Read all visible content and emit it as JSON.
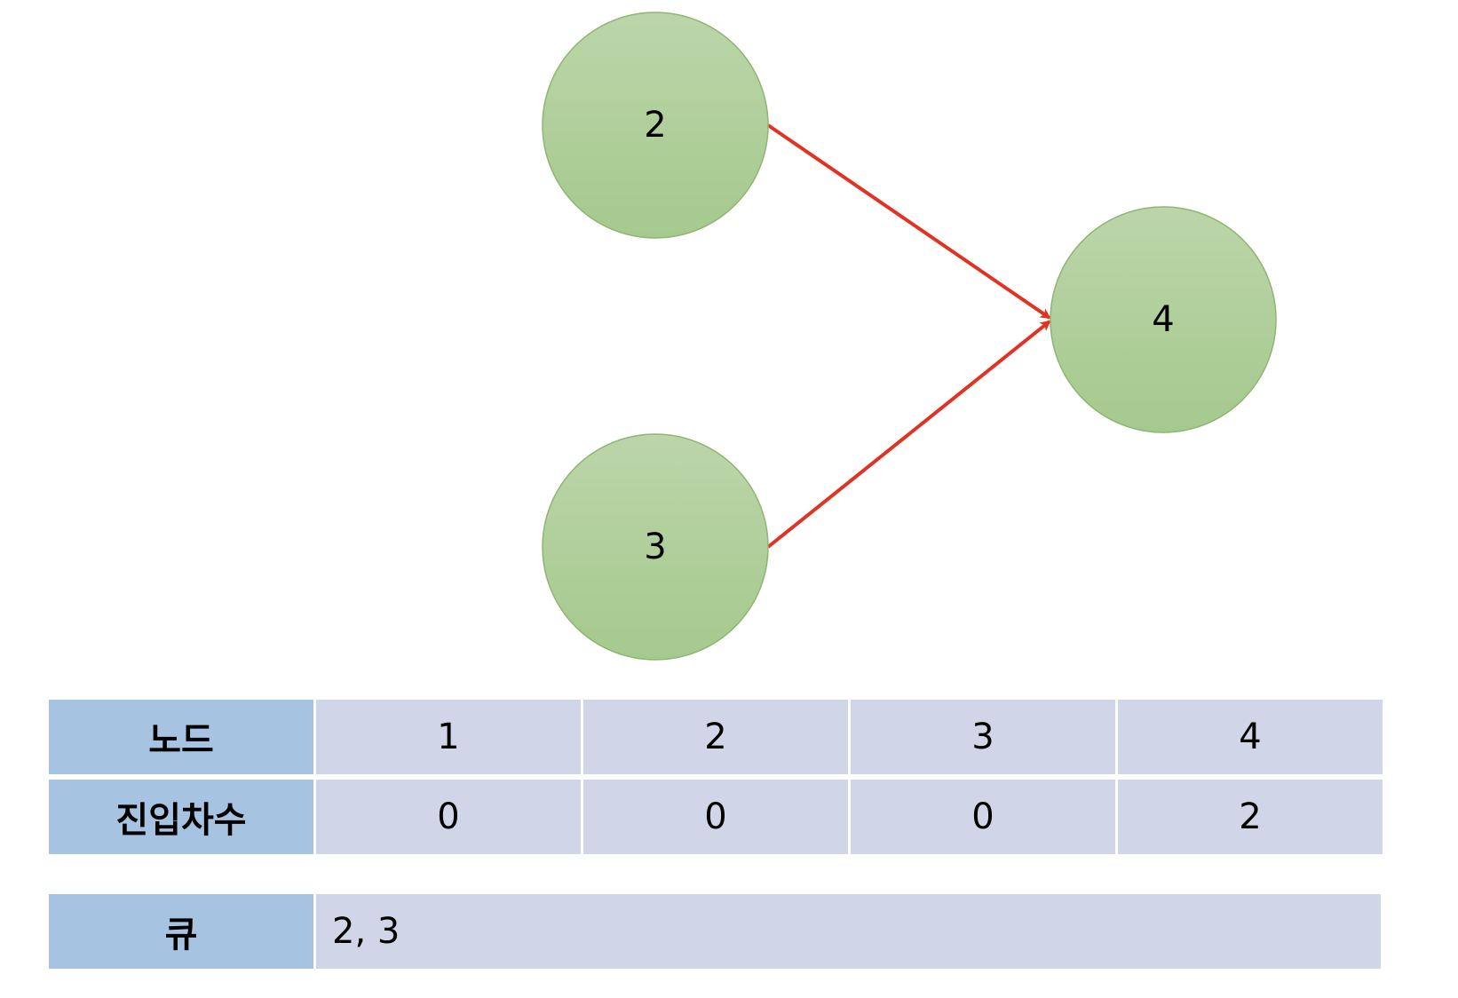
{
  "graph": {
    "nodes": [
      {
        "id": "2",
        "label": "2"
      },
      {
        "id": "3",
        "label": "3"
      },
      {
        "id": "4",
        "label": "4"
      }
    ],
    "edges": [
      {
        "from": "2",
        "to": "4"
      },
      {
        "from": "3",
        "to": "4"
      }
    ],
    "colors": {
      "node_fill_top": "#bcd5a9",
      "node_fill_bottom": "#a5c98e",
      "node_stroke": "#8fb573",
      "edge": "#e03323"
    }
  },
  "table": {
    "node_header": "노드",
    "indegree_header": "진입차수",
    "nodes": [
      "1",
      "2",
      "3",
      "4"
    ],
    "indegrees": [
      "0",
      "0",
      "0",
      "2"
    ]
  },
  "queue": {
    "header": "큐",
    "value": "2, 3"
  },
  "colors": {
    "header_bg": "#a7c3e2",
    "cell_bg": "#d0d6e8"
  }
}
